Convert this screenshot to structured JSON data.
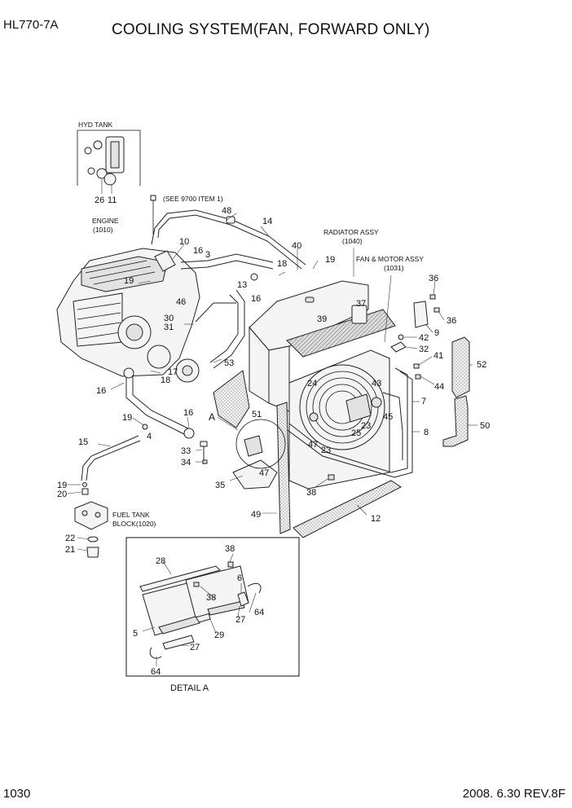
{
  "header": {
    "model": "HL770-7A",
    "title": "COOLING SYSTEM(FAN, FORWARD ONLY)"
  },
  "footer": {
    "page": "1030",
    "revision": "2008. 6.30  REV.8F"
  },
  "assembly_labels": {
    "hyd_tank": "HYD TANK",
    "see_note": "(SEE 9700 ITEM 1)",
    "engine": "ENGINE",
    "engine_ref": "(1010)",
    "radiator": "RADIATOR ASSY",
    "radiator_ref": "(1040)",
    "fan_motor": "FAN & MOTOR ASSY",
    "fan_motor_ref": "(1031)",
    "fuel_tank": "FUEL TANK",
    "fuel_block": "BLOCK(1020)",
    "detail_marker": "A",
    "detail_a": "DETAIL A"
  },
  "callouts": {
    "n26": "26",
    "n11": "11",
    "n48": "48",
    "n14": "14",
    "n40": "40",
    "n10": "10",
    "n16a": "16",
    "n3": "3",
    "n18a": "18",
    "n19a": "19",
    "n19b": "19",
    "n13": "13",
    "n16b": "16",
    "n46": "46",
    "n30": "30",
    "n31": "31",
    "n17": "17",
    "n18b": "18",
    "n53": "53",
    "n16c": "16",
    "n16d": "16",
    "n19c": "19",
    "n4": "4",
    "n15": "15",
    "n33": "33",
    "n34": "34",
    "n19d": "19",
    "n20": "20",
    "n22": "22",
    "n21": "21",
    "n39": "39",
    "n37": "37",
    "n36a": "36",
    "n36b": "36",
    "n9": "9",
    "n42": "42",
    "n32": "32",
    "n41": "41",
    "n52": "52",
    "n44": "44",
    "n7": "7",
    "n43": "43",
    "n24": "24",
    "n51": "51",
    "n45": "45",
    "n23a": "23",
    "n25": "25",
    "n8": "8",
    "n50": "50",
    "n47a": "47",
    "n23b": "23",
    "n47b": "47",
    "n35": "35",
    "n38a": "38",
    "n49": "49",
    "n12": "12",
    "n38b": "38",
    "n28": "28",
    "n6": "6",
    "n38c": "38",
    "n27a": "27",
    "n64a": "64",
    "n5": "5",
    "n29": "29",
    "n27b": "27",
    "n64b": "64"
  }
}
